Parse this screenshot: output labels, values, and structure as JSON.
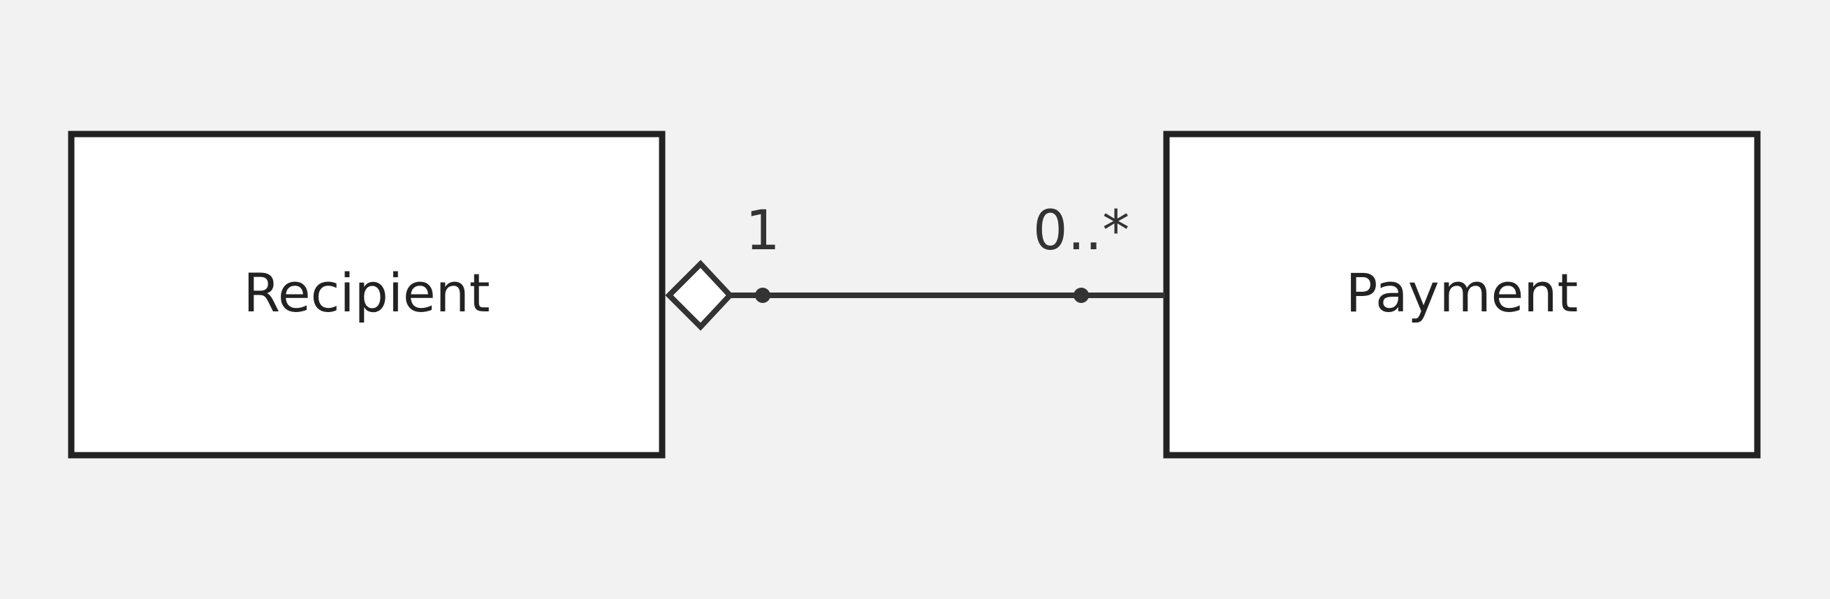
{
  "diagram": {
    "classes": [
      {
        "id": "recipient",
        "label": "Recipient"
      },
      {
        "id": "payment",
        "label": "Payment"
      }
    ],
    "association": {
      "kind": "aggregation",
      "source": "recipient",
      "target": "payment",
      "source_multiplicity": "1",
      "target_multiplicity": "0..*"
    }
  },
  "colors": {
    "background": "#f2f2f2",
    "box_fill": "#ffffff",
    "box_stroke": "#222222",
    "line": "#333333"
  }
}
